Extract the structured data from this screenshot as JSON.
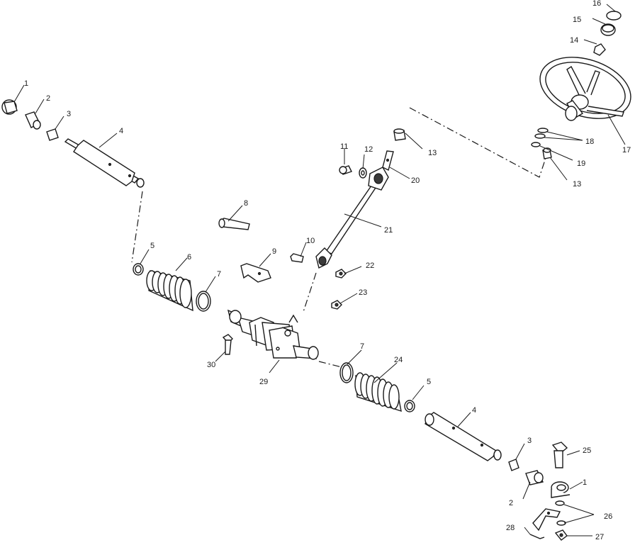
{
  "callouts": [
    {
      "id": "c1a",
      "text": "1"
    },
    {
      "id": "c2a",
      "text": "2"
    },
    {
      "id": "c3a",
      "text": "3"
    },
    {
      "id": "c4a",
      "text": "4"
    },
    {
      "id": "c5a",
      "text": "5"
    },
    {
      "id": "c6",
      "text": "6"
    },
    {
      "id": "c7a",
      "text": "7"
    },
    {
      "id": "c8",
      "text": "8"
    },
    {
      "id": "c9",
      "text": "9"
    },
    {
      "id": "c10",
      "text": "10"
    },
    {
      "id": "c11",
      "text": "11"
    },
    {
      "id": "c12",
      "text": "12"
    },
    {
      "id": "c13a",
      "text": "13"
    },
    {
      "id": "c13b",
      "text": "13"
    },
    {
      "id": "c14",
      "text": "14"
    },
    {
      "id": "c15",
      "text": "15"
    },
    {
      "id": "c16",
      "text": "16"
    },
    {
      "id": "c17",
      "text": "17"
    },
    {
      "id": "c18",
      "text": "18"
    },
    {
      "id": "c19",
      "text": "19"
    },
    {
      "id": "c20",
      "text": "20"
    },
    {
      "id": "c21",
      "text": "21"
    },
    {
      "id": "c22",
      "text": "22"
    },
    {
      "id": "c23",
      "text": "23"
    },
    {
      "id": "c24",
      "text": "24"
    },
    {
      "id": "c5b",
      "text": "5"
    },
    {
      "id": "c7b",
      "text": "7"
    },
    {
      "id": "c4b",
      "text": "4"
    },
    {
      "id": "c3b",
      "text": "3"
    },
    {
      "id": "c25",
      "text": "25"
    },
    {
      "id": "c1b",
      "text": "1"
    },
    {
      "id": "c2b",
      "text": "2"
    },
    {
      "id": "c26",
      "text": "26"
    },
    {
      "id": "c27",
      "text": "27"
    },
    {
      "id": "c28",
      "text": "28"
    },
    {
      "id": "c29",
      "text": "29"
    },
    {
      "id": "c30",
      "text": "30"
    }
  ]
}
